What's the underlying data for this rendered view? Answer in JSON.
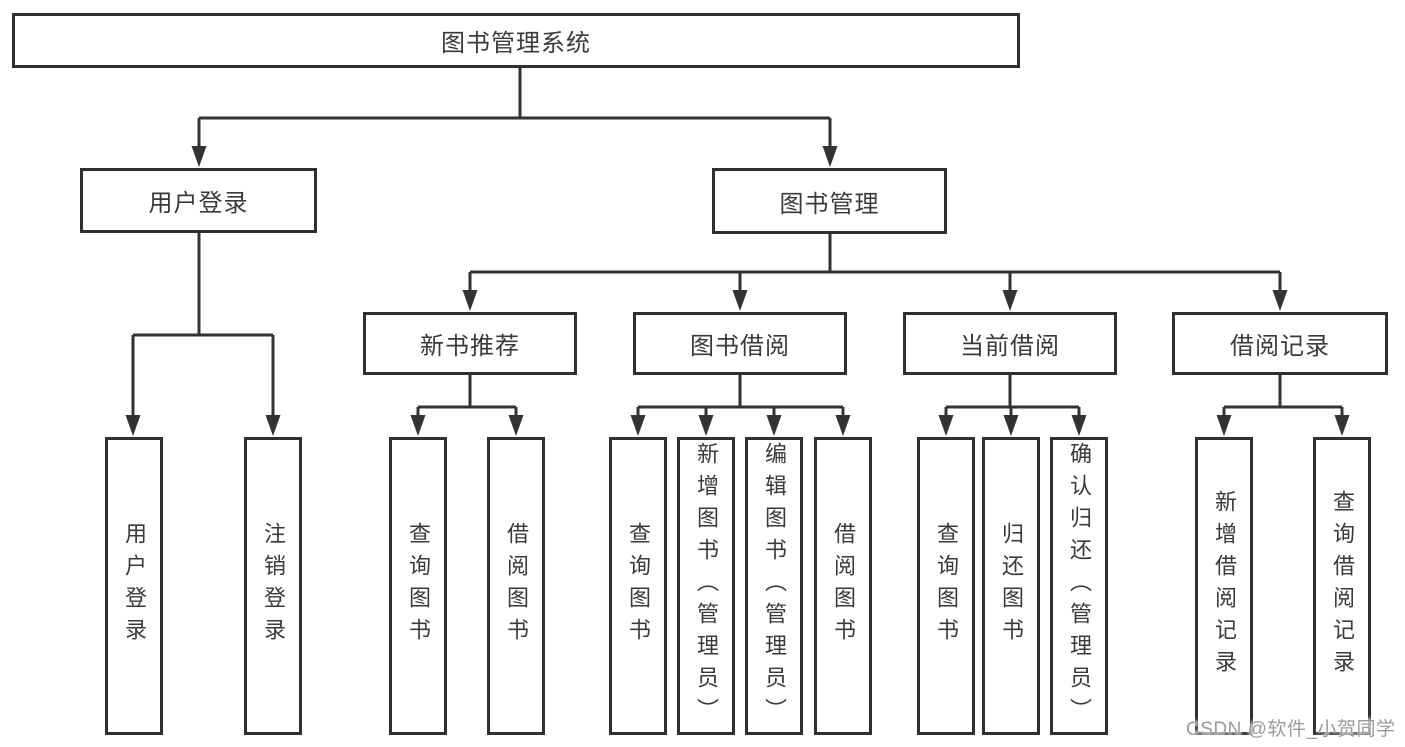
{
  "diagram": {
    "title": "图书管理系统",
    "tree": {
      "root": {
        "label": "图书管理系统"
      },
      "branches": [
        {
          "label": "用户登录",
          "children": [
            {
              "label": "用户登录"
            },
            {
              "label": "注销登录"
            }
          ]
        },
        {
          "label": "图书管理",
          "children": [
            {
              "label": "新书推荐",
              "children": [
                {
                  "label": "查询图书"
                },
                {
                  "label": "借阅图书"
                }
              ]
            },
            {
              "label": "图书借阅",
              "children": [
                {
                  "label": "查询图书"
                },
                {
                  "label": "新增图书（管理员）"
                },
                {
                  "label": "编辑图书（管理员）"
                },
                {
                  "label": "借阅图书"
                }
              ]
            },
            {
              "label": "当前借阅",
              "children": [
                {
                  "label": "查询图书"
                },
                {
                  "label": "归还图书"
                },
                {
                  "label": "确认归还（管理员）"
                }
              ]
            },
            {
              "label": "借阅记录",
              "children": [
                {
                  "label": "新增借阅记录"
                },
                {
                  "label": "查询借阅记录"
                }
              ]
            }
          ]
        }
      ]
    },
    "watermark": "CSDN @软件_小贺同学",
    "colors": {
      "background": "#ffffff",
      "line": "#333333",
      "box_border": "#2f2f2f",
      "box_fill": "#ffffff",
      "text": "#3a3a3a",
      "watermark": "#9b9b9b"
    }
  }
}
